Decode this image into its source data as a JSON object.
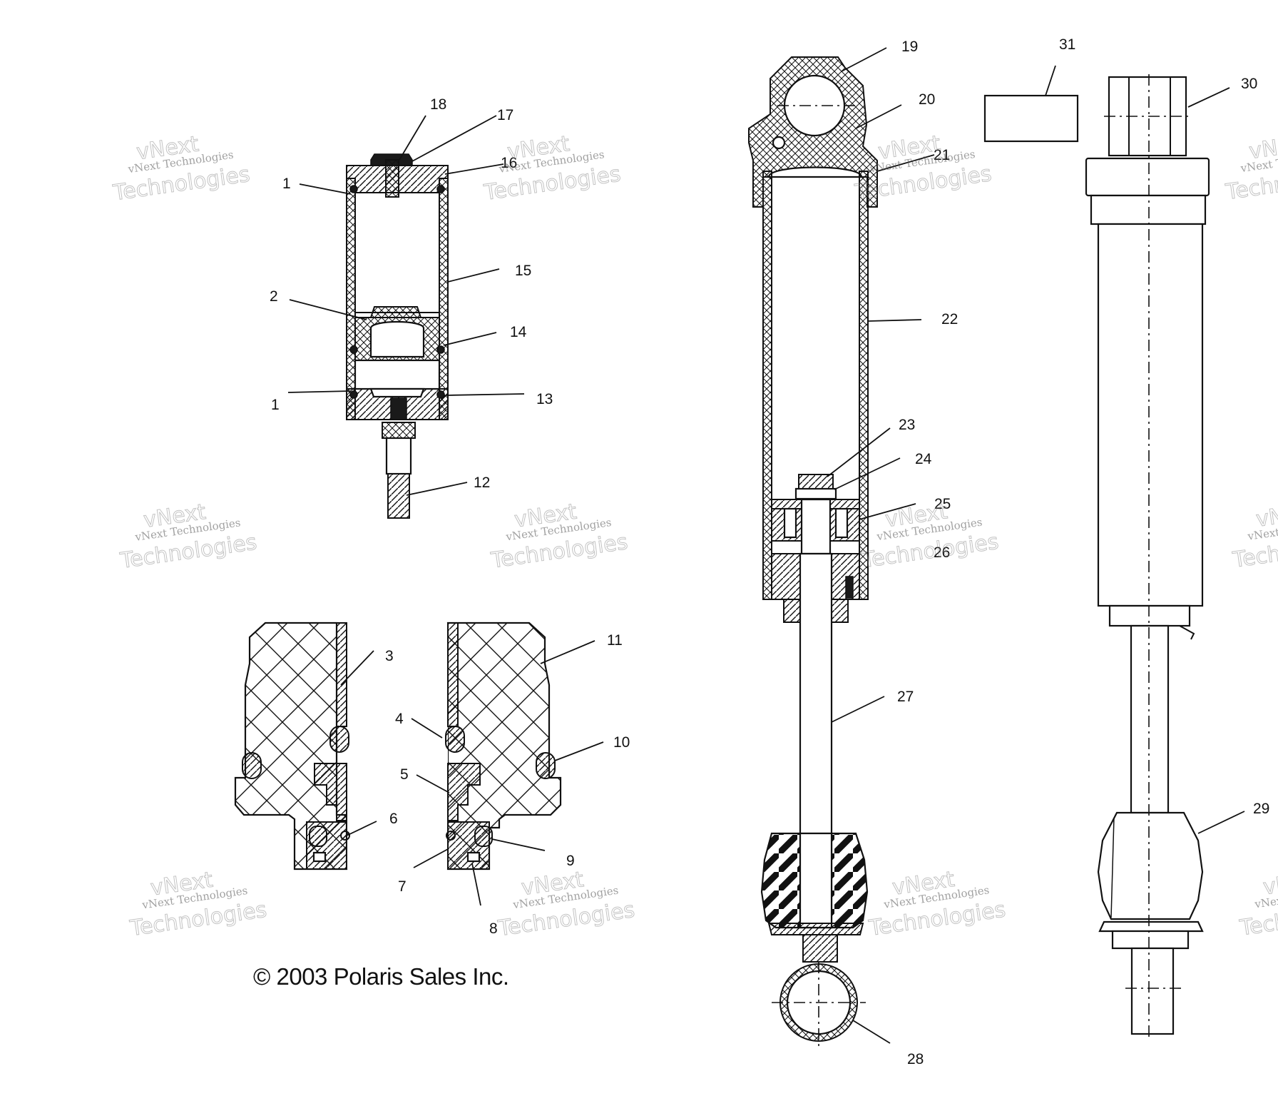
{
  "copyright": "© 2003 Polaris Sales Inc.",
  "watermark": {
    "small": "vNext Technologies",
    "outline_top": "vNext",
    "outline_bottom": "Technologies"
  },
  "callouts": [
    "1",
    "1",
    "2",
    "3",
    "4",
    "5",
    "6",
    "7",
    "8",
    "9",
    "10",
    "11",
    "12",
    "13",
    "14",
    "15",
    "16",
    "17",
    "18",
    "19",
    "20",
    "21",
    "22",
    "23",
    "24",
    "25",
    "26",
    "27",
    "28",
    "29",
    "30",
    "31"
  ]
}
